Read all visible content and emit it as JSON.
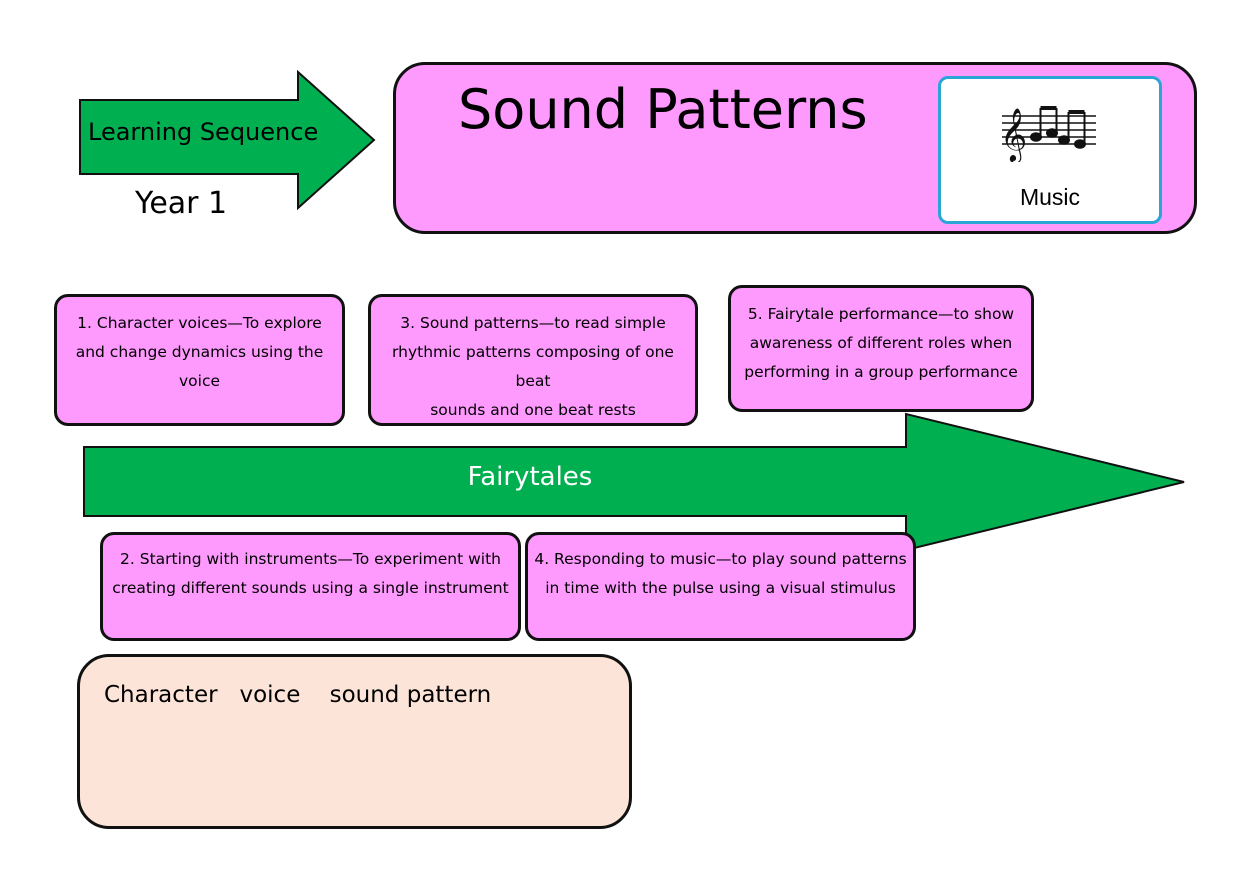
{
  "header": {
    "sequence_label": "Learning Sequence",
    "year_label": "Year 1",
    "title": "Sound Patterns",
    "subject_label": "Music",
    "subject_icon": "music-notes-icon"
  },
  "theme": {
    "arrow_label": "Fairytales",
    "arrow_color": "#00b050",
    "card_color": "#fe99fe",
    "vocab_color": "#fde4d8",
    "badge_border_color": "#29a6d6"
  },
  "lessons": [
    {
      "lines": [
        "1. Character voices—To explore",
        "and change dynamics using the voice"
      ]
    },
    {
      "lines": [
        "2. Starting with instruments—To experiment with",
        "creating different sounds using a single instrument"
      ]
    },
    {
      "lines": [
        "3. Sound patterns—to read simple",
        "rhythmic patterns composing of one beat",
        "sounds and one beat rests"
      ]
    },
    {
      "lines": [
        "4. Responding to music—to play sound patterns",
        "in time with the pulse using a visual stimulus"
      ]
    },
    {
      "lines": [
        "5. Fairytale performance—to show",
        "awareness of different roles when",
        "performing in a group performance"
      ]
    }
  ],
  "vocabulary": {
    "text": "Character   voice    sound pattern"
  }
}
